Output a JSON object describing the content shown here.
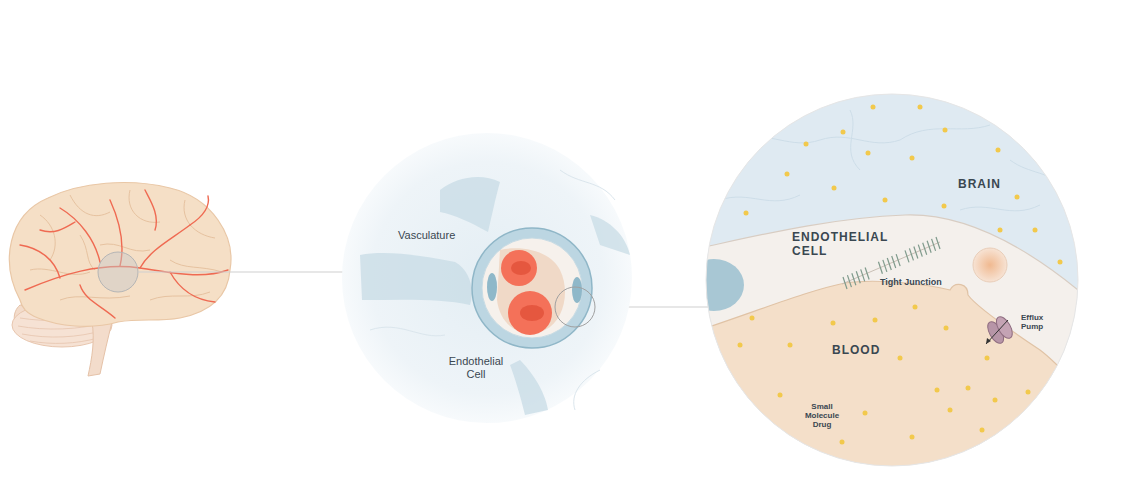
{
  "diagram": {
    "labels": [
      "Vasculature",
      "Endothelial Cell",
      "ENDOTHELIAL CELL",
      "BRAIN",
      "Tight Junction",
      "BLOOD",
      "Efflux Pump",
      "Small Molecule Drug"
    ]
  }
}
